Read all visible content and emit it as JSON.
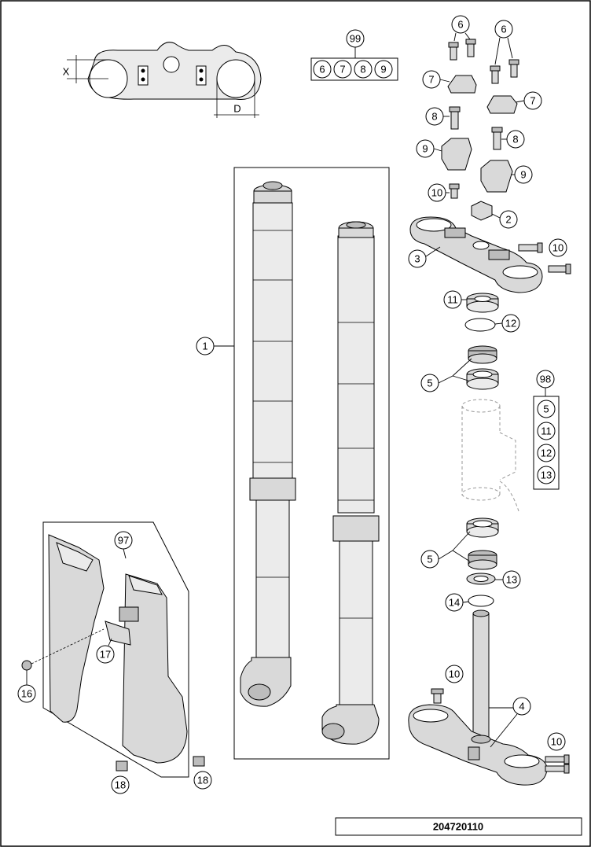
{
  "drawing_number": "204720110",
  "dimension_labels": {
    "x": "X",
    "d": "D"
  },
  "callouts": {
    "c1": "1",
    "c2": "2",
    "c3": "3",
    "c4": "4",
    "c5a": "5",
    "c5b": "5",
    "c6a": "6",
    "c6b": "6",
    "c7a": "7",
    "c7b": "7",
    "c8a": "8",
    "c8b": "8",
    "c9a": "9",
    "c9b": "9",
    "c10a": "10",
    "c10b": "10",
    "c10c": "10",
    "c10d": "10",
    "c11": "11",
    "c12": "12",
    "c13": "13",
    "c14": "14",
    "c16": "16",
    "c17": "17",
    "c18a": "18",
    "c18b": "18",
    "c97": "97",
    "c98": "98",
    "c99": "99"
  },
  "kit_99_items": [
    "6",
    "7",
    "8",
    "9"
  ],
  "kit_98_items": [
    "5",
    "11",
    "12",
    "13"
  ]
}
